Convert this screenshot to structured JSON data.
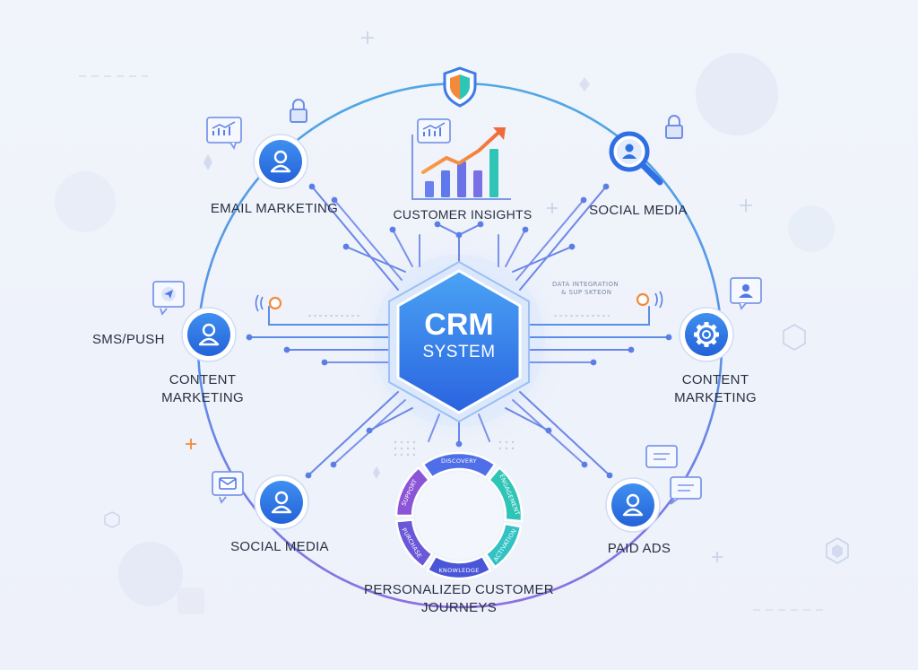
{
  "core": {
    "line1": "CRM",
    "line2": "SYSTEM"
  },
  "nodes": {
    "email_marketing": "EMAIL MARKETING",
    "customer_insights": "CUSTOMER INSIGHTS",
    "social_media_top": "SOCIAL MEDIA",
    "sms_push": "SMS/PUSH",
    "content_marketing_left": [
      "CONTENT",
      "MARKETING"
    ],
    "content_marketing_right": [
      "CONTENT",
      "MARKETING"
    ],
    "social_media_bottom": "SOCIAL MEDIA",
    "paid_ads": "PAID ADS",
    "journeys": [
      "PERSONALIZED CUSTOMER",
      "JOURNEYS"
    ]
  },
  "annotations": {
    "data_integration": [
      "DATA INTEGRATION",
      "& SUP SKTEON"
    ]
  },
  "journey_ring": {
    "segments": [
      "DISCOVERY",
      "ENGAGEMENT",
      "ACTIVATION",
      "KNOWLEDGE",
      "PURCHASE",
      "SUPPORT"
    ]
  },
  "colors": {
    "primary_blue": "#2f7be8",
    "ring_blue": "#4a9fe0",
    "ring_purple": "#8a6ee0",
    "accent_orange": "#f28a3c",
    "teal": "#2ec4b6",
    "text": "#273043"
  },
  "icons": {
    "person": "person-icon",
    "gear": "gear-icon",
    "search": "magnifier-person-icon",
    "lock": "lock-icon",
    "shield": "shield-icon",
    "chart": "bar-chart-icon",
    "chat": "chat-bubble-icon",
    "mail": "mail-icon",
    "send": "send-icon",
    "broadcast": "broadcast-icon"
  }
}
